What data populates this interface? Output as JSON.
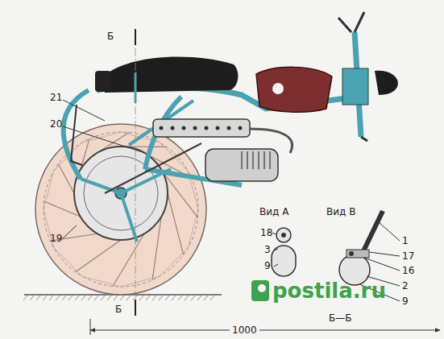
{
  "diagram": {
    "labels": [
      "Б",
      "21",
      "20",
      "Вид А",
      "Вид В",
      "18",
      "1",
      "17",
      "3",
      "16",
      "19",
      "9",
      "2",
      "9",
      "Б",
      "Б—Б",
      "1000",
      "postila.ru"
    ]
  }
}
